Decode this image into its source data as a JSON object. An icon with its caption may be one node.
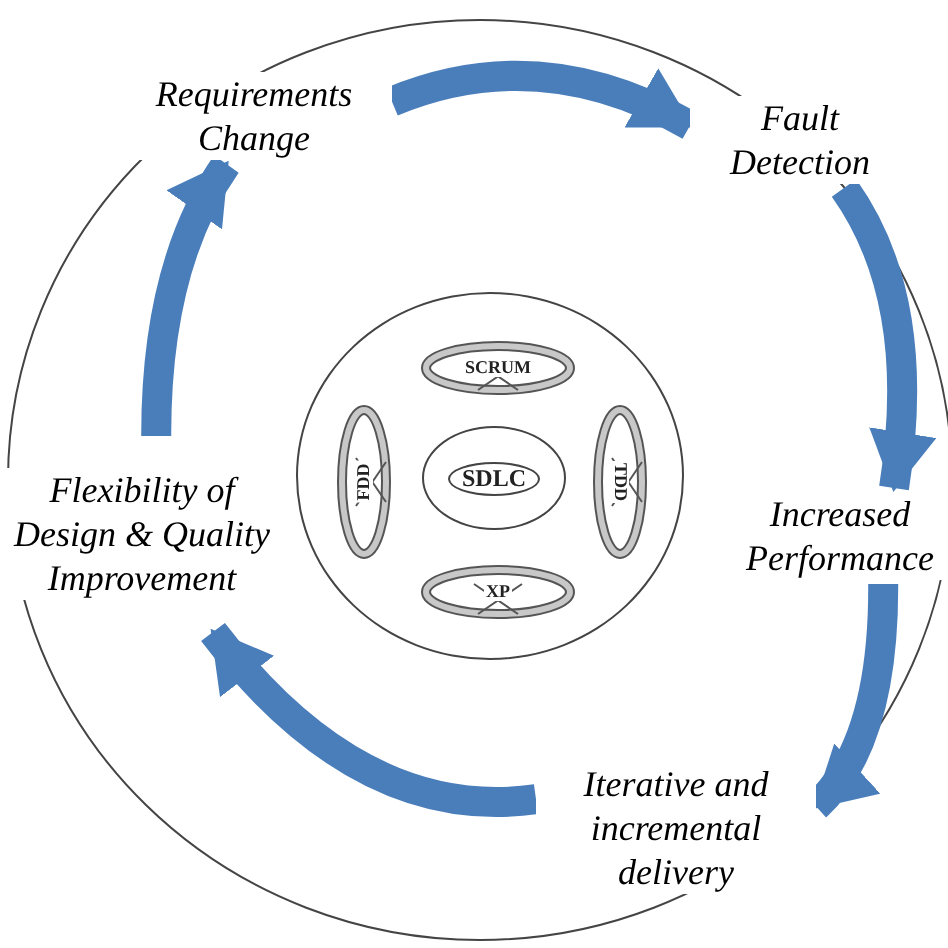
{
  "diagram": {
    "nodes": [
      {
        "text": [
          "Requirements Change"
        ]
      },
      {
        "text": [
          "Fault Detection"
        ]
      },
      {
        "text": [],
        "shape": "circle"
      },
      {
        "text": [
          "SCRUM"
        ],
        "in": 2
      },
      {
        "text": [
          "FDD"
        ],
        "in": 2
      },
      {
        "text": [
          "SDLC"
        ],
        "in": 2
      },
      {
        "text": [
          "TDD"
        ],
        "in": 2
      },
      {
        "text": [
          "XP"
        ],
        "in": 2
      },
      {
        "text": [
          "Flexibility of Design & Quality Improvement"
        ]
      },
      {
        "text": [
          "Increased Performance"
        ]
      },
      {
        "text": [
          "Iterative and incremental delivery"
        ]
      }
    ],
    "edges": [
      {
        "from": 0,
        "to": 1,
        "arrow": "to"
      },
      {
        "from": 1,
        "to": 9,
        "arrow": "to"
      },
      {
        "from": 9,
        "to": 10,
        "arrow": "to"
      },
      {
        "from": 10,
        "to": 8,
        "arrow": "to"
      },
      {
        "from": 8,
        "to": 0,
        "arrow": "to"
      }
    ]
  }
}
